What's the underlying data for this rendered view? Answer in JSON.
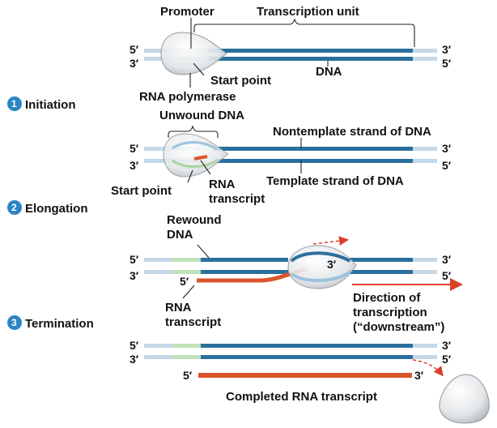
{
  "colors": {
    "dna_dark": "#2b6f9e",
    "dna_light": "#c4d8e8",
    "promoter": "#bfe2b8",
    "rna": "#d9552b",
    "polymerase": "#e6e8ea",
    "stage_circle": "#2a85c4",
    "direction_arrow": "#d9412b"
  },
  "top": {
    "promoter": "Promoter",
    "transcription_unit": "Transcription unit",
    "dna": "DNA",
    "start_point": "Start point",
    "rna_polymerase": "RNA polymerase"
  },
  "ends": {
    "five": "5′",
    "three": "3′"
  },
  "stages": [
    {
      "number": "1",
      "name": "Initiation"
    },
    {
      "number": "2",
      "name": "Elongation"
    },
    {
      "number": "3",
      "name": "Termination"
    }
  ],
  "initiation": {
    "unwound_dna": "Unwound DNA",
    "nontemplate_strand": "Nontemplate strand of DNA",
    "template_strand": "Template strand of DNA",
    "start_point": "Start point",
    "rna_transcript_line1": "RNA",
    "rna_transcript_line2": "transcript"
  },
  "elongation": {
    "rewound_line1": "Rewound",
    "rewound_line2": "DNA",
    "rna_line1": "RNA",
    "rna_line2": "transcript",
    "direction_line1": "Direction of",
    "direction_line2": "transcription",
    "direction_line3": "(“downstream”)"
  },
  "termination": {
    "completed_transcript": "Completed RNA transcript"
  }
}
